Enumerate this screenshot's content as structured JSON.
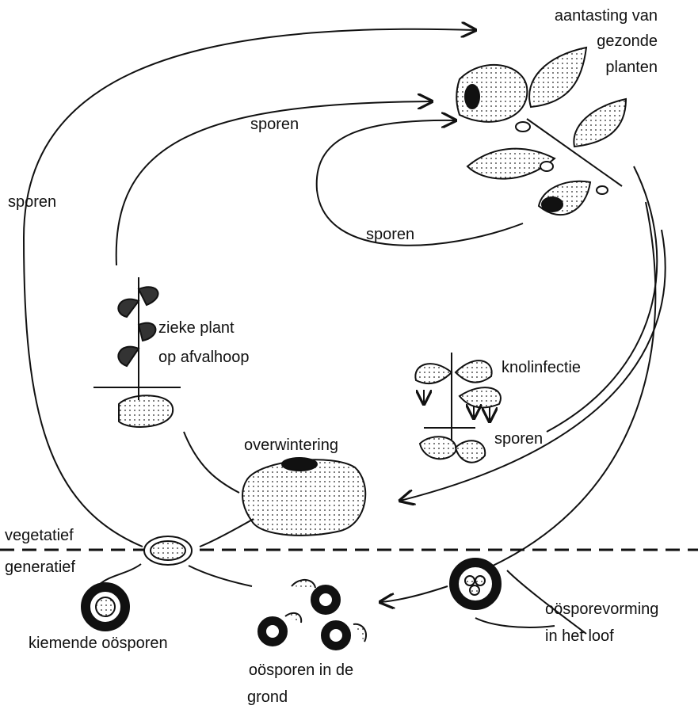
{
  "labels": {
    "healthy_plants": [
      "aantasting van",
      "gezonde",
      "planten"
    ],
    "spores_top": "sporen",
    "spores_left": "sporen",
    "spores_inner": "sporen",
    "spores_tuber": "sporen",
    "sick_plant": [
      "zieke plant",
      "op afvalhoop"
    ],
    "tuber_infection": "knolinfectie",
    "overwintering": "overwintering",
    "vegetative": "vegetatief",
    "generative": "generatief",
    "germinating_oospore": "kiemende oösporen",
    "oospores_soil": [
      "oösporen in de",
      "grond"
    ],
    "oospore_formation": [
      "oösporevorming",
      "in het loof"
    ]
  }
}
